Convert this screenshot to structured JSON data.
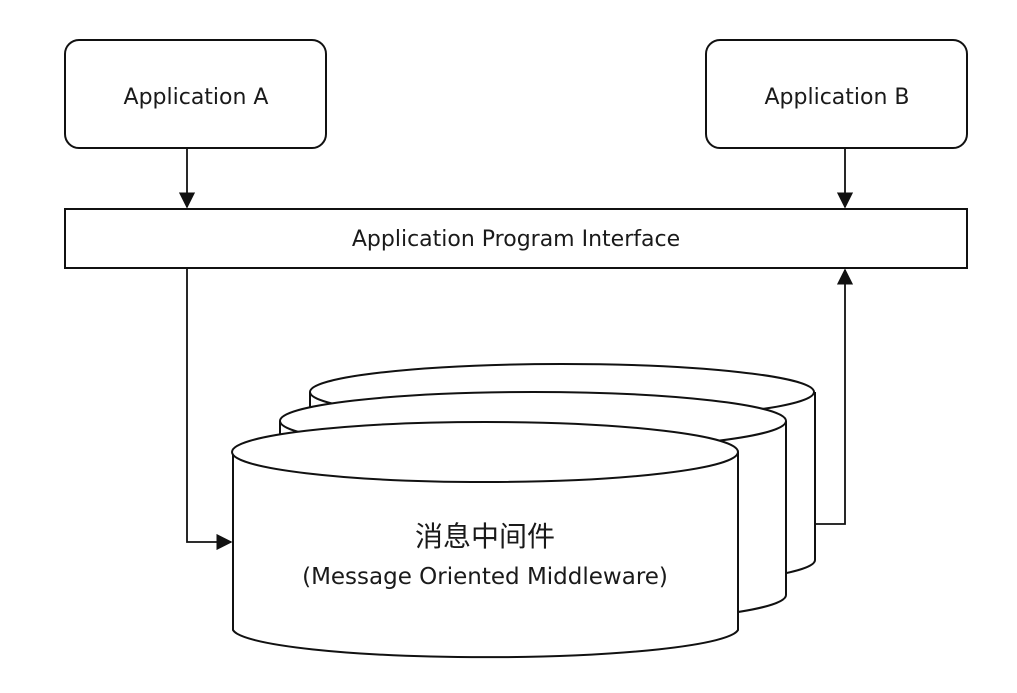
{
  "diagram": {
    "title": "Message Oriented Middleware architecture",
    "nodes": {
      "app_a": {
        "label": "Application A"
      },
      "app_b": {
        "label": "Application B"
      },
      "api": {
        "label": "Application Program Interface"
      },
      "mom": {
        "label_zh": "消息中间件",
        "label_en": "(Message Oriented Middleware)"
      }
    },
    "edges": [
      {
        "from": "Application A",
        "to": "Application Program Interface"
      },
      {
        "from": "Application B",
        "to": "Application Program Interface"
      },
      {
        "from": "Application Program Interface",
        "to": "消息中间件"
      },
      {
        "from": "消息中间件",
        "to": "Application Program Interface"
      }
    ],
    "colors": {
      "stroke": "#111111",
      "fill": "#ffffff",
      "text": "#1a1a1a"
    }
  }
}
